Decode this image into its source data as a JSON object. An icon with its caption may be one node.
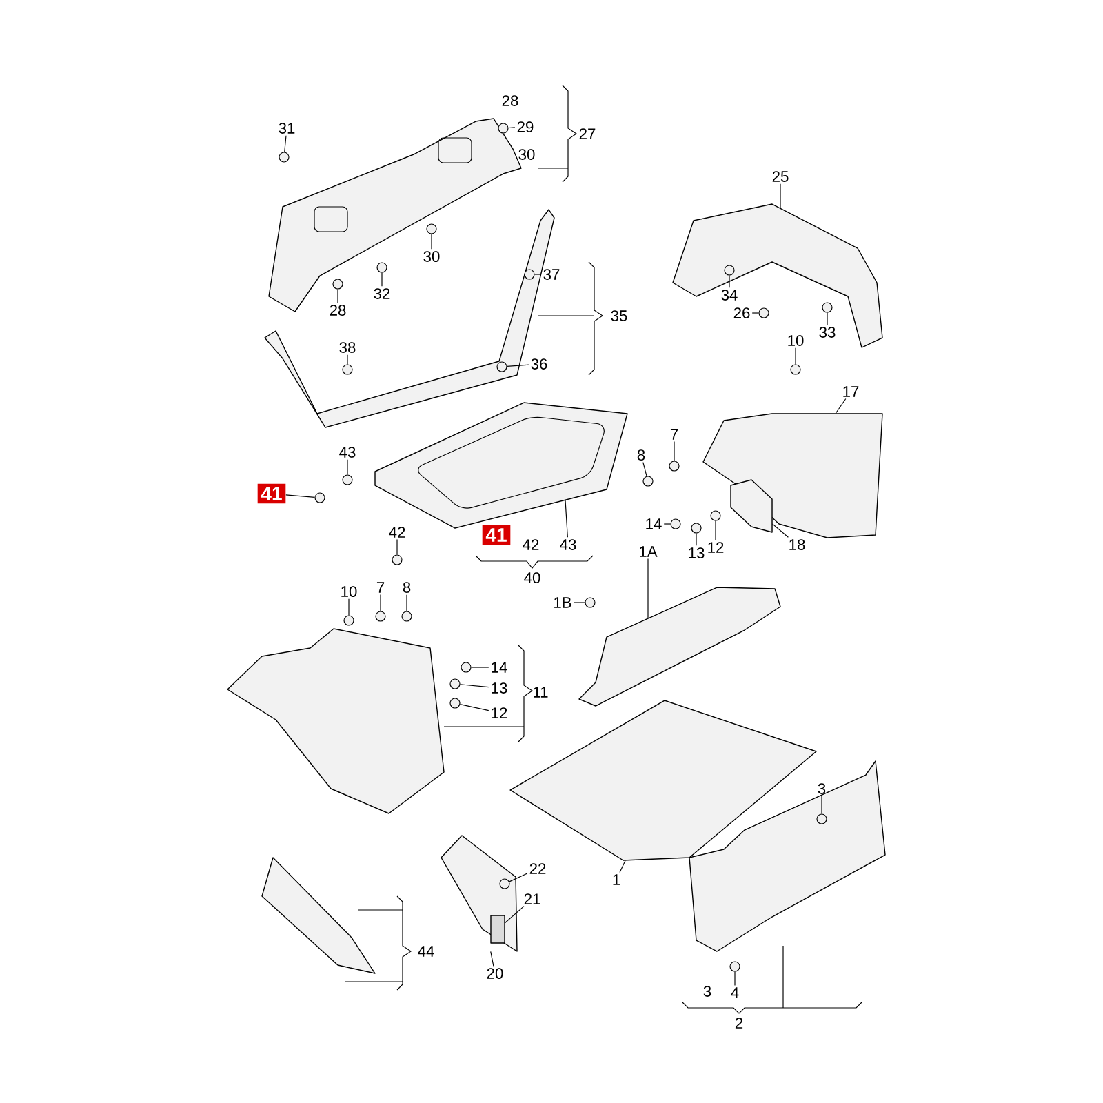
{
  "diagram": {
    "nodes": [
      {
        "text": [],
        "shape": "picture"
      },
      {
        "text": [],
        "shape": "picture"
      },
      {
        "text": [],
        "shape": "picture"
      },
      {
        "text": [],
        "shape": "picture"
      },
      {
        "text": [],
        "shape": "picture"
      },
      {
        "text": [],
        "shape": "picture",
        "in": 4
      },
      {
        "text": [],
        "shape": "picture"
      },
      {
        "text": [],
        "shape": "picture"
      },
      {
        "text": [],
        "shape": "picture"
      },
      {
        "text": [],
        "shape": "picture"
      },
      {
        "text": [],
        "shape": "picture"
      },
      {
        "text": [],
        "shape": "picture"
      },
      {
        "text": [],
        "shape": "bar",
        "in": 11
      },
      {
        "text": [
          "31"
        ]
      },
      {
        "text": [
          "29"
        ]
      },
      {
        "text": [
          "30"
        ]
      },
      {
        "text": [
          "32"
        ]
      },
      {
        "text": [
          "28"
        ]
      },
      {
        "text": [
          "38"
        ]
      },
      {
        "text": [
          "37"
        ]
      },
      {
        "text": [
          "36"
        ]
      },
      {
        "text": [
          "25"
        ]
      },
      {
        "text": [
          "34"
        ]
      },
      {
        "text": [
          "26"
        ]
      },
      {
        "text": [
          "33"
        ]
      },
      {
        "text": [
          "10"
        ]
      },
      {
        "text": [
          "17"
        ]
      },
      {
        "text": [
          "7"
        ]
      },
      {
        "text": [
          "8"
        ]
      },
      {
        "text": [
          "14"
        ]
      },
      {
        "text": [
          "13"
        ]
      },
      {
        "text": [
          "12"
        ]
      },
      {
        "text": [
          "18"
        ]
      },
      {
        "text": [
          "43"
        ]
      },
      {
        "text": [
          "41"
        ]
      },
      {
        "text": [
          "42"
        ]
      },
      {
        "text": [
          "10"
        ]
      },
      {
        "text": [
          "7"
        ]
      },
      {
        "text": [
          "8"
        ]
      },
      {
        "text": [
          "14"
        ]
      },
      {
        "text": [
          "13"
        ]
      },
      {
        "text": [
          "12"
        ]
      },
      {
        "text": [
          "1B"
        ]
      },
      {
        "text": [
          "1A"
        ]
      },
      {
        "text": [
          "22"
        ]
      },
      {
        "text": [
          "21"
        ]
      },
      {
        "text": [
          "20"
        ]
      },
      {
        "text": [
          "1"
        ]
      },
      {
        "text": [
          "3"
        ]
      },
      {
        "text": [
          "4"
        ]
      },
      {
        "text": [
          "41"
        ]
      },
      {
        "text": [],
        "shape": "circle",
        "in": 0
      },
      {
        "text": [],
        "shape": "circle",
        "in": 0
      },
      {
        "text": [],
        "shape": "circle"
      },
      {
        "text": [],
        "shape": "circle"
      },
      {
        "text": [],
        "shape": "circle"
      },
      {
        "text": [],
        "shape": "circle",
        "in": 1
      },
      {
        "text": [],
        "shape": "circle",
        "in": 1
      },
      {
        "text": [],
        "shape": "circle",
        "in": 1
      },
      {
        "text": [],
        "shape": "circle",
        "in": 2
      },
      {
        "text": [],
        "shape": "circle",
        "in": 2
      },
      {
        "text": [],
        "shape": "circle",
        "in": 2
      },
      {
        "text": [],
        "shape": "circle"
      },
      {
        "text": [],
        "shape": "circle"
      },
      {
        "text": [],
        "shape": "circle"
      },
      {
        "text": [],
        "shape": "circle"
      },
      {
        "text": [],
        "shape": "circle"
      },
      {
        "text": [],
        "shape": "circle",
        "in": 4
      },
      {
        "text": [],
        "shape": "circle"
      },
      {
        "text": [],
        "shape": "circle"
      },
      {
        "text": [],
        "shape": "circle"
      },
      {
        "text": [],
        "shape": "circle"
      },
      {
        "text": [],
        "shape": "circle"
      },
      {
        "text": [],
        "shape": "circle"
      },
      {
        "text": [],
        "shape": "circle"
      },
      {
        "text": [],
        "shape": "circle"
      },
      {
        "text": [],
        "shape": "circle"
      },
      {
        "text": [],
        "shape": "circle",
        "in": 7
      },
      {
        "text": [],
        "shape": "circle",
        "in": 11
      },
      {
        "text": [],
        "shape": "circle",
        "in": 9
      },
      {
        "text": [],
        "shape": "circle"
      },
      {
        "text": [
          "43"
        ]
      }
    ],
    "edges": [
      {
        "from": 13,
        "to": 51,
        "arrow": "none"
      },
      {
        "from": 14,
        "to": 52,
        "arrow": "none"
      },
      {
        "from": 15,
        "to": 53,
        "arrow": "none"
      },
      {
        "from": 16,
        "to": 54,
        "arrow": "none"
      },
      {
        "from": 17,
        "to": 55,
        "arrow": "none"
      },
      {
        "from": 18,
        "to": 56,
        "arrow": "none"
      },
      {
        "from": 19,
        "to": 57,
        "arrow": "none"
      },
      {
        "from": 20,
        "to": 58,
        "arrow": "none"
      },
      {
        "from": 21,
        "to": 2,
        "arrow": "none"
      },
      {
        "from": 22,
        "to": 59,
        "arrow": "none"
      },
      {
        "from": 23,
        "to": 60,
        "arrow": "none"
      },
      {
        "from": 24,
        "to": 61,
        "arrow": "none"
      },
      {
        "from": 25,
        "to": 62,
        "arrow": "none"
      },
      {
        "from": 26,
        "to": 4,
        "arrow": "none"
      },
      {
        "from": 27,
        "to": 63,
        "arrow": "none"
      },
      {
        "from": 28,
        "to": 64,
        "arrow": "none"
      },
      {
        "from": 29,
        "to": 65,
        "arrow": "none"
      },
      {
        "from": 30,
        "to": 66,
        "arrow": "none"
      },
      {
        "from": 31,
        "to": 67,
        "arrow": "none"
      },
      {
        "from": 32,
        "to": 5,
        "arrow": "none"
      },
      {
        "from": 33,
        "to": 68,
        "arrow": "none"
      },
      {
        "from": 34,
        "to": 69,
        "arrow": "none"
      },
      {
        "from": 35,
        "to": 70,
        "arrow": "none"
      },
      {
        "from": 36,
        "to": 71,
        "arrow": "none"
      },
      {
        "from": 37,
        "to": 72,
        "arrow": "none"
      },
      {
        "from": 38,
        "to": 73,
        "arrow": "none"
      },
      {
        "from": 39,
        "to": 74,
        "arrow": "none"
      },
      {
        "from": 40,
        "to": 75,
        "arrow": "none"
      },
      {
        "from": 41,
        "to": 76,
        "arrow": "none"
      },
      {
        "from": 42,
        "to": 77,
        "arrow": "none"
      },
      {
        "from": 43,
        "to": 7,
        "arrow": "none"
      },
      {
        "from": 44,
        "to": 78,
        "arrow": "none"
      },
      {
        "from": 45,
        "to": 12,
        "arrow": "none"
      },
      {
        "from": 46,
        "to": 11,
        "arrow": "none"
      },
      {
        "from": 47,
        "to": 8,
        "arrow": "none"
      },
      {
        "from": 48,
        "to": 79,
        "arrow": "none"
      },
      {
        "from": 49,
        "to": 80,
        "arrow": "none"
      },
      {
        "from": 81,
        "to": 3,
        "arrow": "none"
      }
    ],
    "labels": [
      "28",
      "30",
      "27",
      "35",
      "42",
      "40",
      "11",
      "44",
      "3",
      "2"
    ]
  }
}
